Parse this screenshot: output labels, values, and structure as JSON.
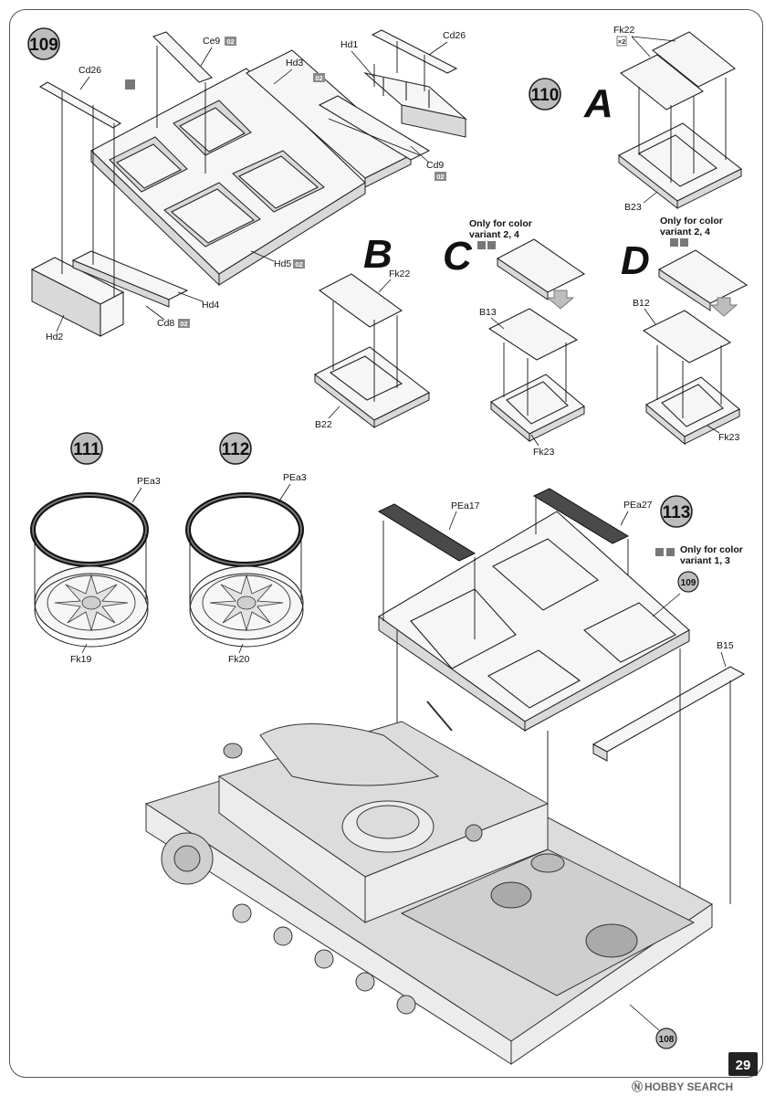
{
  "page": {
    "number": "29"
  },
  "watermark": {
    "text": "HOBBY SEARCH",
    "symbol": "Ⓝ"
  },
  "steps": {
    "s109": "109",
    "s110": "110",
    "s111": "111",
    "s112": "112",
    "s113": "113"
  },
  "refs": {
    "r109": "109",
    "r108": "108"
  },
  "variants": {
    "A": "A",
    "B": "B",
    "C": "C",
    "D": "D"
  },
  "notes": {
    "c_line1": "Only for color",
    "c_line2": "variant 2, 4",
    "d_line1": "Only for color",
    "d_line2": "variant 2, 4",
    "s113_line1": "Only for color",
    "s113_line2": "variant 1, 3"
  },
  "labels": {
    "ce9": "Ce9",
    "ce9_tag": "02",
    "cd26_a": "Cd26",
    "cd26_b": "Cd26",
    "hd1": "Hd1",
    "hd3": "Hd3",
    "hd3_tag": "02",
    "cd9": "Cd9",
    "cd9_tag": "02",
    "hd5": "Hd5",
    "hd5_tag": "02",
    "hd4": "Hd4",
    "cd8": "Cd8",
    "cd8_tag": "02",
    "hd2": "Hd2",
    "fk22_a": "Fk22",
    "fk22_a_qty": "×2",
    "b23": "B23",
    "fk22_b": "Fk22",
    "b22": "B22",
    "b13": "B13",
    "fk23_c": "Fk23",
    "b12": "B12",
    "fk23_d": "Fk23",
    "pea3_a": "PEa3",
    "fk19": "Fk19",
    "pea3_b": "PEa3",
    "fk20": "Fk20",
    "pea17": "PEa17",
    "pea27": "PEa27",
    "b15": "B15"
  }
}
